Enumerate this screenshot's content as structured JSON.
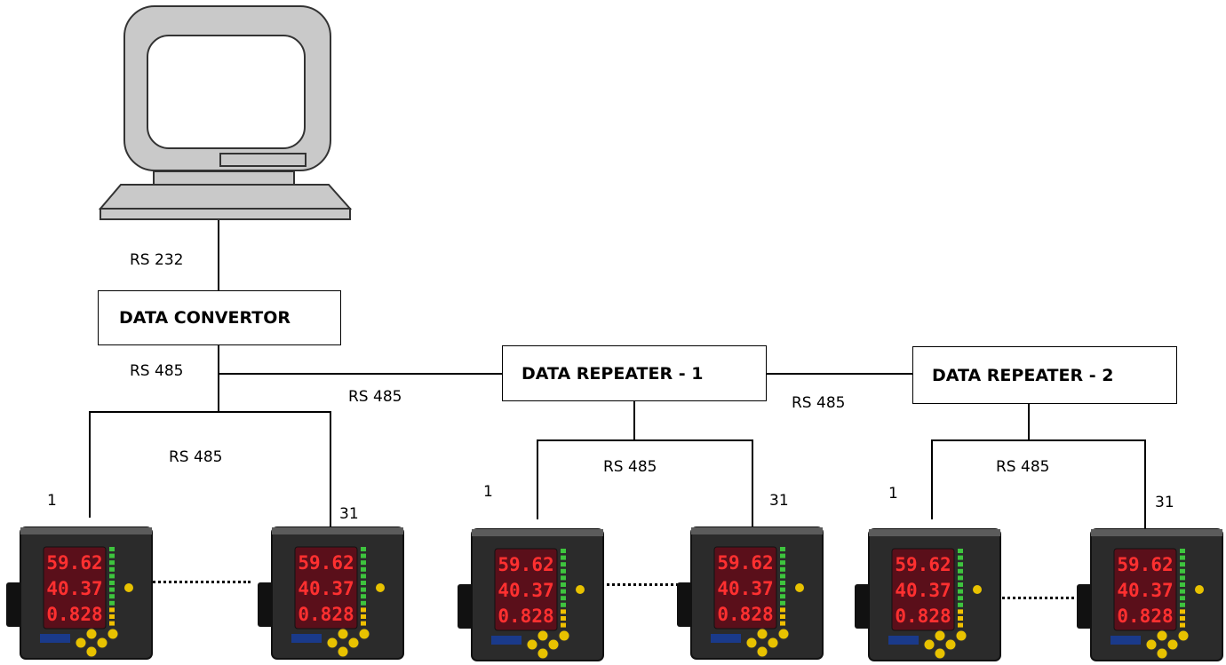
{
  "host": {
    "link_label": "RS 232"
  },
  "converter": {
    "label": "DATA CONVERTOR",
    "link_label": "RS 485"
  },
  "repeaters": [
    {
      "label": "DATA REPEATER - 1",
      "link_label": "RS 485"
    },
    {
      "label": "DATA REPEATER - 2",
      "link_label": "RS 485"
    }
  ],
  "groups": [
    {
      "bus_label": "RS 485",
      "first_id": "1",
      "last_id": "31"
    },
    {
      "bus_label": "RS 485",
      "first_id": "1",
      "last_id": "31"
    },
    {
      "bus_label": "RS 485",
      "first_id": "1",
      "last_id": "31"
    }
  ],
  "meter": {
    "display": [
      "59.62",
      "40.37",
      "0.828"
    ],
    "colors": {
      "body": "#2b2b2b",
      "screen": "#5a0f1a",
      "digits": "#ff3030",
      "keys": "#e8c200"
    }
  }
}
